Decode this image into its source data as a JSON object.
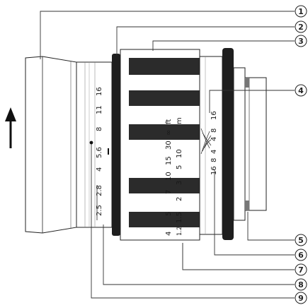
{
  "callouts": [
    "1",
    "2",
    "3",
    "4",
    "5",
    "6",
    "7",
    "8",
    "9"
  ],
  "aperture_scale": [
    "2.5",
    "2.8",
    "4",
    "5.6",
    "8",
    "11",
    "16"
  ],
  "distance_scale_ft": [
    "4",
    "5",
    "7",
    "10",
    "15",
    "30",
    "∞"
  ],
  "distance_scale_m": [
    "1.2",
    "1.5",
    "2",
    "3",
    "5",
    "10"
  ],
  "distance_units": {
    "ft": "ft",
    "m": "m"
  },
  "depth_of_field_scale": [
    "16",
    "8",
    "4",
    "4",
    "8",
    "16"
  ]
}
